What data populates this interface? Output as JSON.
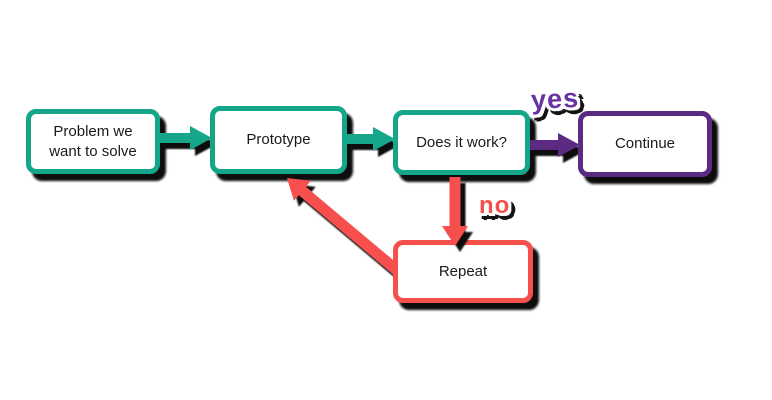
{
  "diagram": {
    "title": "",
    "nodes": [
      {
        "id": "problem",
        "label": "Problem we want to solve",
        "border_color": "#15a689"
      },
      {
        "id": "prototype",
        "label": "Prototype",
        "border_color": "#15a689"
      },
      {
        "id": "does_it_work",
        "label": "Does it work?",
        "border_color": "#15a689"
      },
      {
        "id": "continue",
        "label": "Continue",
        "border_color": "#5b2b83"
      },
      {
        "id": "repeat",
        "label": "Repeat",
        "border_color": "#f6504d"
      }
    ],
    "edges": [
      {
        "from": "problem",
        "to": "prototype",
        "label": "",
        "color": "#15a689"
      },
      {
        "from": "prototype",
        "to": "does_it_work",
        "label": "",
        "color": "#15a689"
      },
      {
        "from": "does_it_work",
        "to": "continue",
        "label": "yes",
        "color": "#5b2b83",
        "label_color": "#6733a3"
      },
      {
        "from": "does_it_work",
        "to": "repeat",
        "label": "no",
        "color": "#f6504d",
        "label_color": "#f6504d"
      },
      {
        "from": "repeat",
        "to": "prototype",
        "label": "",
        "color": "#f6504d"
      }
    ],
    "colors": {
      "teal": "#15a689",
      "purple": "#5b2b83",
      "red": "#f6504d",
      "shadow": "#101010",
      "node_fill": "#ffffff",
      "node_text": "#1a1a1a"
    }
  }
}
